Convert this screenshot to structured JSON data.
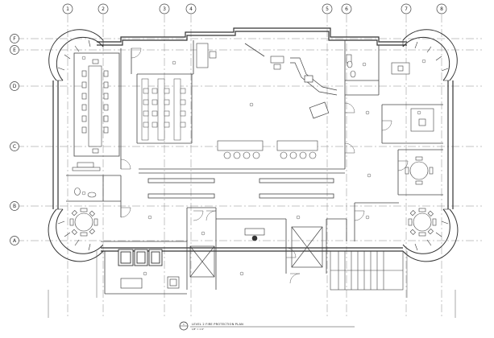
{
  "drawing": {
    "title": "LEVEL 2 FIRE PROTECTION PLAN",
    "scale": "1/8\" = 1'-0\"",
    "detail_number": "1"
  },
  "grid": {
    "columns": [
      "1",
      "2",
      "3",
      "4",
      "5",
      "6",
      "7",
      "8"
    ],
    "rows": [
      "F",
      "E",
      "D",
      "C",
      "B",
      "A"
    ]
  },
  "colors": {
    "line": "#333333",
    "grid_line": "#888888",
    "background": "#ffffff"
  }
}
